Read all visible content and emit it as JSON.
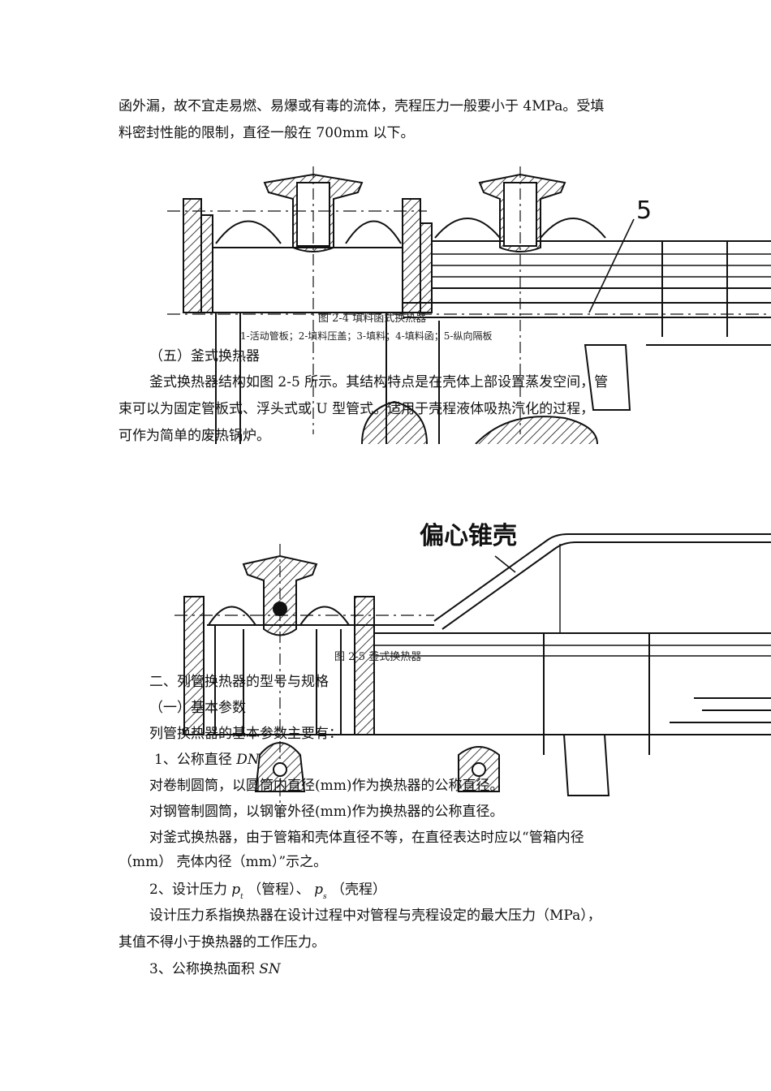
{
  "para_top": {
    "line1": "函外漏，故不宜走易燃、易爆或有毒的流体，壳程压力一般要小于 4MPa。受填",
    "line2": "料密封性能的限制，直径一般在 700mm 以下。"
  },
  "figure1": {
    "drawing_label": "5",
    "caption": "图 2-4 填料函式换热器",
    "legend": "1-活动管板；2-填料压盖；3-填料；4-填料函；5-纵向隔板"
  },
  "section5": {
    "heading": "（五）釜式换热器",
    "body1": "釜式换热器结构如图 2-5 所示。其结构特点是在壳体上部设置蒸发空间，管",
    "body2": "束可以为固定管板式、浮头式或 U 型管式。适用于壳程液体吸热汽化的过程，",
    "body3": "可作为简单的废热锅炉。"
  },
  "figure2": {
    "drawing_label": "偏心锥壳",
    "caption": "图 2-5 釜式换热器"
  },
  "section_two": {
    "heading": "二、列管换热器的型号与规格",
    "sub1": "（一）基本参数",
    "intro": "列管换热器的基本参数主要有：",
    "item1_prefix": "1、公称直径 ",
    "item1_symbol": "DN",
    "item1_line1": "对卷制圆筒，以圆筒内直径(mm)作为换热器的公称直径。",
    "item1_line2": "对钢管制圆筒，以钢管外径(mm)作为换热器的公称直径。",
    "item1_line3": "对釜式换热器，由于管箱和壳体直径不等，在直径表达时应以“管箱内径",
    "item1_line4": "（mm）  壳体内径（mm）”示之。",
    "item2_prefix": "2、设计压力 ",
    "item2_p1": "p",
    "item2_sub1": "t",
    "item2_mid": "（管程）、",
    "item2_p2": "p",
    "item2_sub2": "s",
    "item2_end": "（壳程）",
    "item2_line1": "设计压力系指换热器在设计过程中对管程与壳程设定的最大压力（MPa），",
    "item2_line2": "其值不得小于换热器的工作压力。",
    "item3_prefix": "3、公称换热面积 ",
    "item3_symbol": "SN"
  }
}
